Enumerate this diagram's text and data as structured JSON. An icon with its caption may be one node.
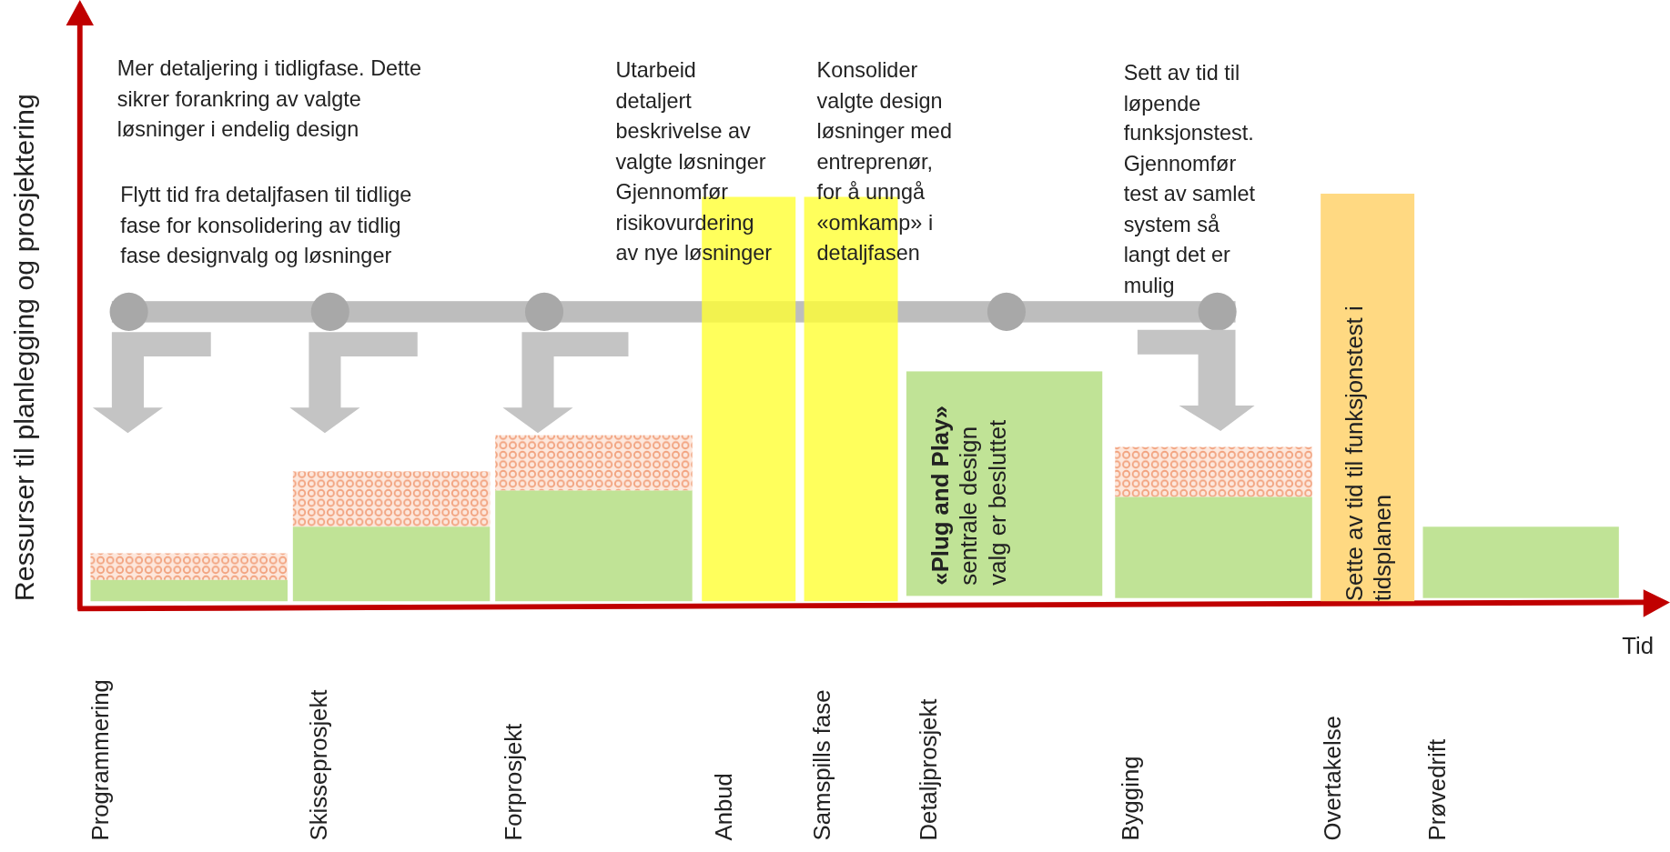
{
  "diagram": {
    "nodes": [
      {
        "text": [
          "**«Plug and Play»** sentrale design valg er besluttet"
        ]
      },
      {
        "text": [
          "Sette av tid til funksjonstest i tidsplanen"
        ]
      }
    ],
    "labels": [
      "Ressurser til planlegging og prosjektering",
      "Mer detaljering i tidligfase. Dette sikrer forankring av valgte løsninger i endelig design",
      "Flytt tid fra detaljfasen til  tidlige fase for konsolidering av tidlig fase designvalg og løsninger",
      "Utarbeid detaljert beskrivelse av valgte løsninger Gjennomfør risikovurdering av nye løsninger",
      "Konsolider valgte design løsninger med entreprenør, for å unngå «omkamp» i detaljfasen",
      "Sett av tid til løpende funksjonstest. Gjennomfør test av samlet system så langt det er mulig",
      "Tid",
      "Programmering",
      "Skisseprosjekt",
      "Forprosjekt",
      "Anbud",
      "Samspills fase",
      "Detaljprosjekt",
      "Bygging",
      "Overtakelse",
      "Prøvedrift"
    ]
  }
}
